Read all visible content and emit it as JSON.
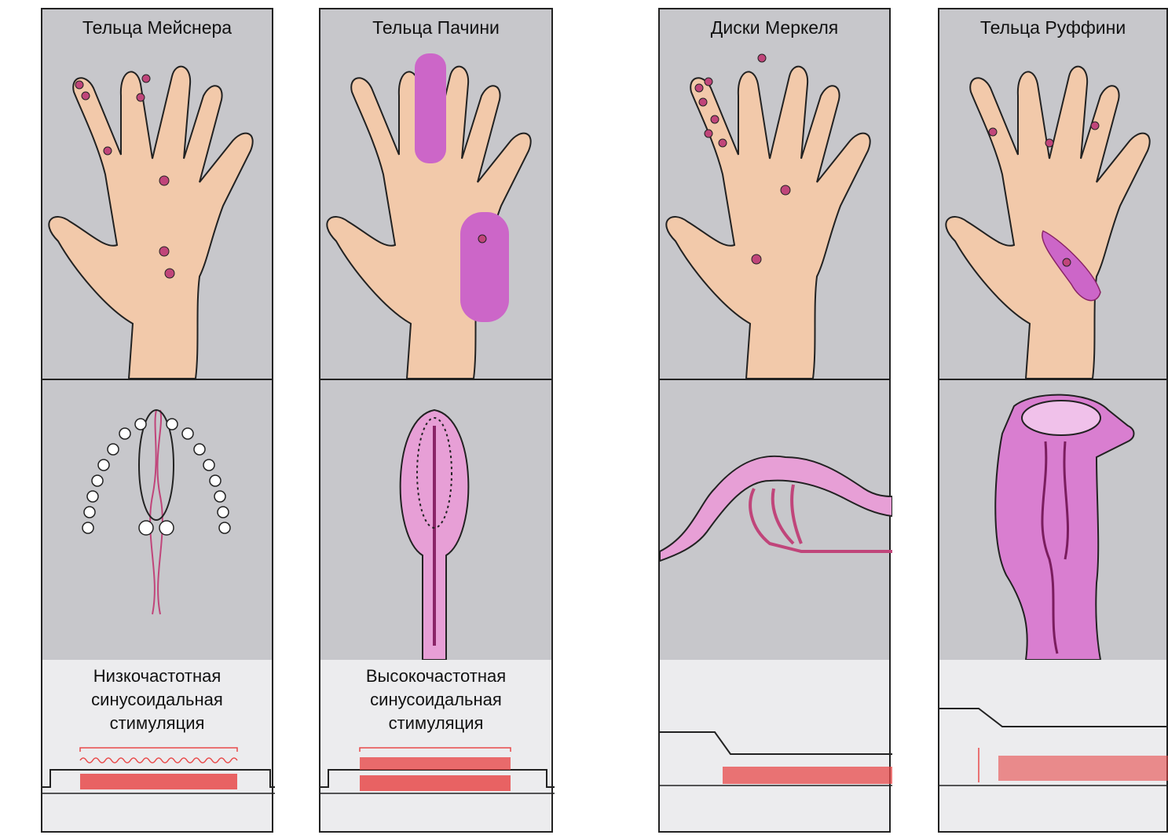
{
  "panels": [
    {
      "title": "Тельца Мейснера",
      "stimulation": [
        "Низкочастотная",
        "синусоидальная",
        "стимуляция"
      ]
    },
    {
      "title": "Тельца Пачини",
      "stimulation": [
        "Высокочастотная",
        "синусоидальная",
        "стимуляция"
      ]
    },
    {
      "title": "Диски Меркеля",
      "stimulation": []
    },
    {
      "title": "Тельца Руффини",
      "stimulation": []
    }
  ],
  "colors": {
    "skin": "#f2c9aa",
    "receptor": "#c0457a",
    "field": "#cc66c8",
    "panel": "#c7c7cb",
    "trace": "#ececee",
    "spike": "#e84a4a"
  }
}
